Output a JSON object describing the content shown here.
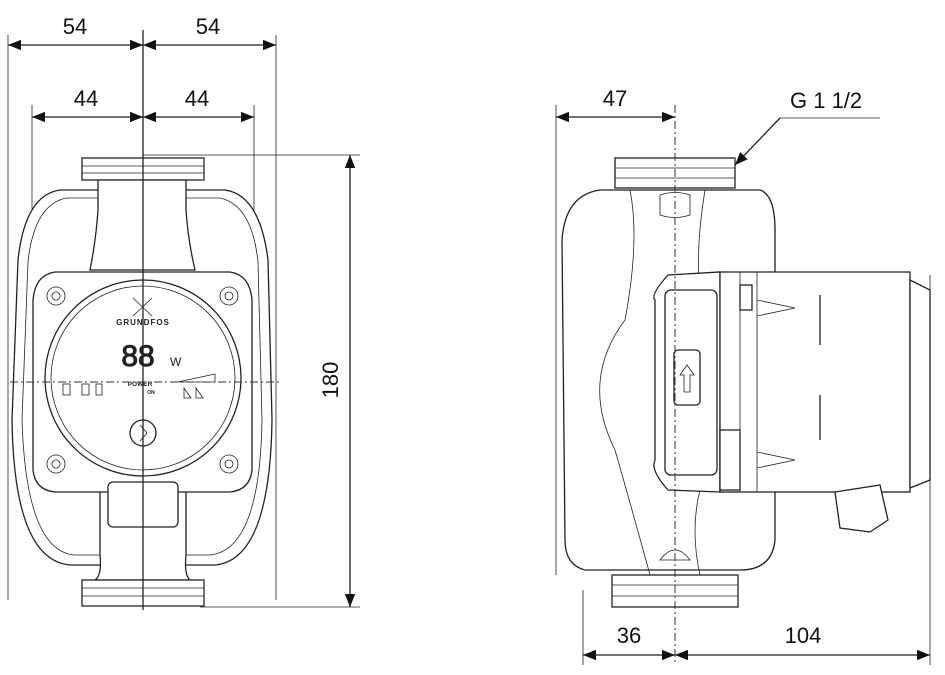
{
  "front_view": {
    "dim_top_left": "54",
    "dim_top_right": "54",
    "dim_inner_left": "44",
    "dim_inner_right": "44",
    "dim_height": "180",
    "display": {
      "digits": "88",
      "unit": "W",
      "power_label": "POWER",
      "on_label": "ON"
    },
    "logo": "GRUNDFOS"
  },
  "side_view": {
    "dim_inlet_offset": "47",
    "thread_label": "G 1 1/2",
    "dim_bottom_left": "36",
    "dim_bottom_right": "104"
  }
}
